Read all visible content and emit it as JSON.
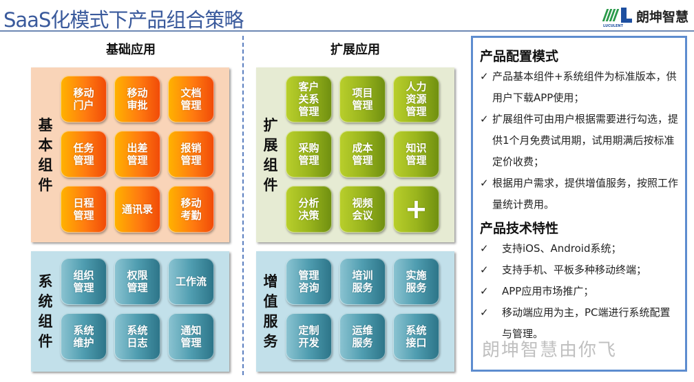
{
  "header": {
    "title": "SaaS化模式下产品组合策略",
    "logo_text": "朗坤智慧",
    "logo_sub": "LUCULENT"
  },
  "columns": {
    "basic": "基础应用",
    "extended": "扩展应用"
  },
  "basic_components": {
    "label": "基本组件",
    "tiles": [
      "移动\n门户",
      "移动\n审批",
      "文档\n管理",
      "任务\n管理",
      "出差\n管理",
      "报销\n管理",
      "日程\n管理",
      "通讯录",
      "移动\n考勤"
    ]
  },
  "system_components": {
    "label": "系统组件",
    "tiles": [
      "组织\n管理",
      "权限\n管理",
      "工作流",
      "系统\n维护",
      "系统\n日志",
      "通知\n管理"
    ]
  },
  "extended_components": {
    "label": "扩展组件",
    "tiles": [
      "客户\n关系\n管理",
      "项目\n管理",
      "人力\n资源\n管理",
      "采购\n管理",
      "成本\n管理",
      "知识\n管理",
      "分析\n决策",
      "视频\n会议",
      "+"
    ]
  },
  "value_services": {
    "label": "增值服务",
    "tiles": [
      "管理\n咨询",
      "培训\n服务",
      "实施\n服务",
      "定制\n开发",
      "运维\n服务",
      "系统\n接口"
    ]
  },
  "info": {
    "config_title": "产品配置模式",
    "config_items": [
      "产品基本组件+系统组件为标准版本，供用户下载APP使用；",
      "扩展组件可由用户根据需要进行勾选，提供1个月免费试用期，试用期满后按标准定价收费；",
      "根据用户需求，提供增值服务，按照工作量统计费用。"
    ],
    "tech_title": "产品技术特性",
    "tech_items": [
      "支持iOS、Android系统；",
      "支持手机、平板多种移动终端；",
      "APP应用市场推广；",
      "移动端应用为主，PC端进行系统配置与管理。"
    ],
    "check": "✓"
  },
  "watermark": "朗坤智慧由你飞"
}
